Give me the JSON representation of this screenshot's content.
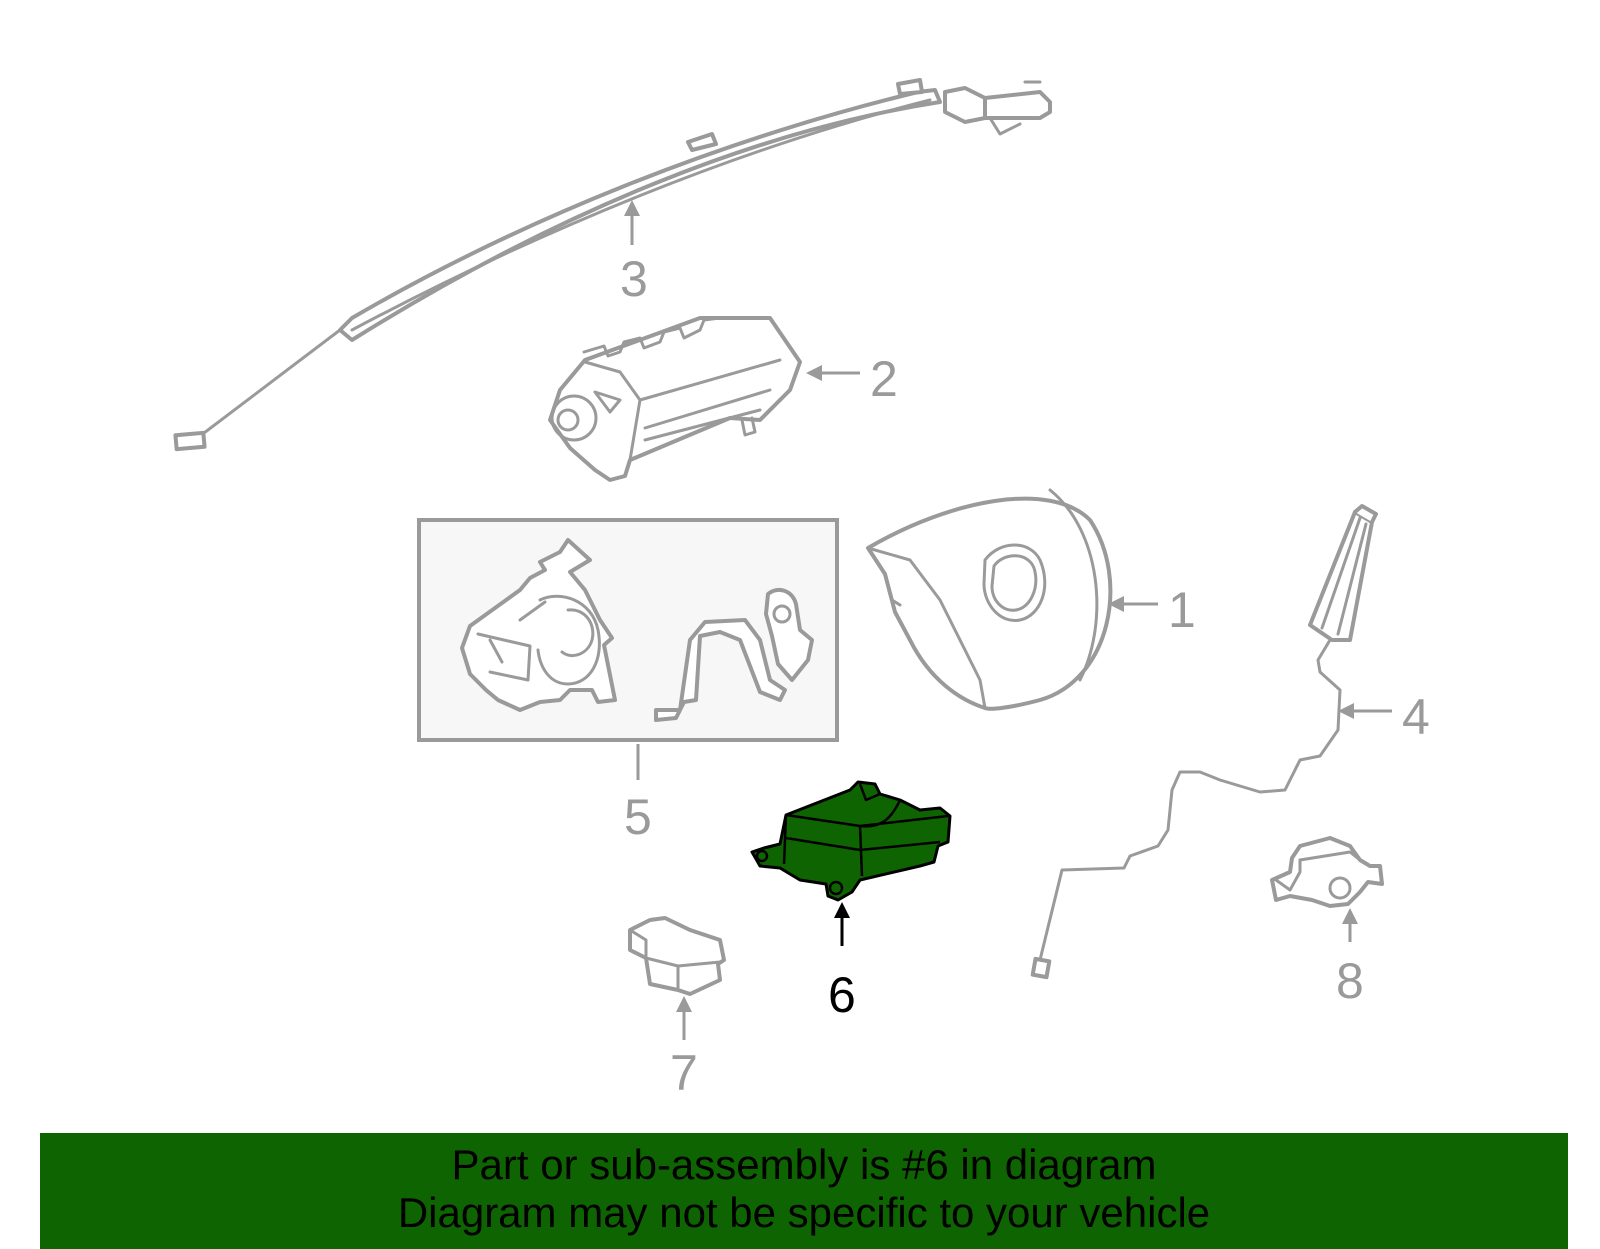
{
  "callouts": {
    "c1": "1",
    "c2": "2",
    "c3": "3",
    "c4": "4",
    "c5": "5",
    "c6": "6",
    "c7": "7",
    "c8": "8"
  },
  "highlighted_part": "6",
  "colors": {
    "highlight": "#0e6400",
    "banner": "#0e6400",
    "parts": "#9a9a9a",
    "active_label": "#000000"
  },
  "banner": {
    "line1": "Part or sub-assembly is #6 in diagram",
    "line2": "Diagram may not be specific to your vehicle"
  }
}
